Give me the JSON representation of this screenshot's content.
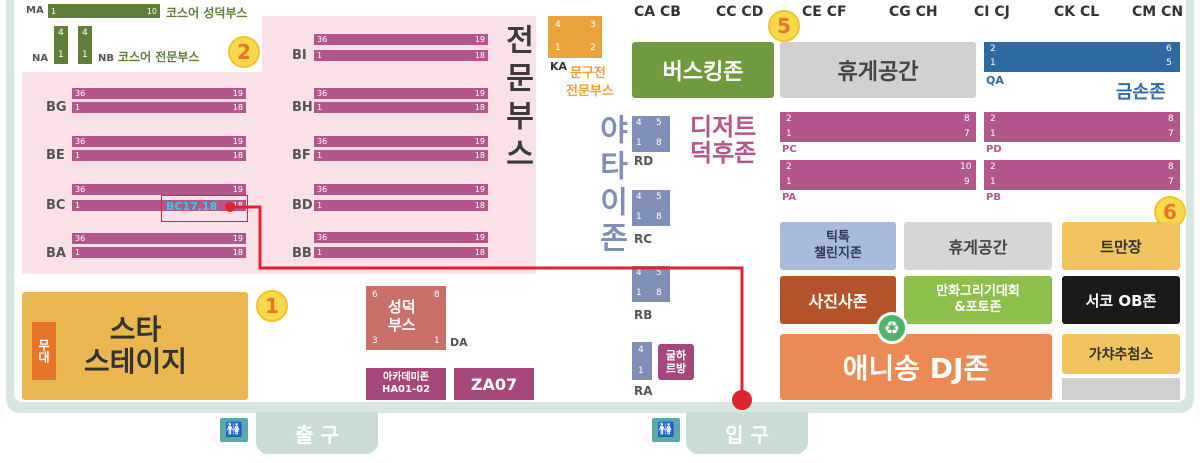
{
  "top_pairs": [
    "CA CB",
    "CC CD",
    "CE CF",
    "CG CH",
    "CI CJ",
    "CK CL",
    "CM CN"
  ],
  "badges": {
    "b1": "1",
    "b2": "2",
    "b5": "5",
    "b6": "6"
  },
  "ma_row": {
    "code": "MA",
    "left": "1",
    "right": "10",
    "label": "코스어 성덕부스"
  },
  "na_row": {
    "na": "NA",
    "nb": "NB",
    "n4": "4",
    "n1": "1",
    "label": "코스어 전문부스"
  },
  "ka": {
    "code": "KA",
    "n4": "4",
    "n3": "3",
    "n1": "1",
    "n2": "2",
    "label1": "문구전",
    "label2": "전문부스"
  },
  "left_rows": [
    {
      "code": "BG",
      "top_left": "36",
      "top_right": "19",
      "bot_left": "1",
      "bot_right": "18"
    },
    {
      "code": "BE",
      "top_left": "36",
      "top_right": "19",
      "bot_left": "1",
      "bot_right": "18"
    },
    {
      "code": "BC",
      "top_left": "36",
      "top_right": "19",
      "bot_left": "1",
      "bot_right": "18"
    },
    {
      "code": "BA",
      "top_left": "36",
      "top_right": "19",
      "bot_left": "1",
      "bot_right": "18"
    }
  ],
  "right_rows": [
    {
      "code": "BI",
      "top_left": "36",
      "top_right": "19",
      "bot_left": "1",
      "bot_right": "18"
    },
    {
      "code": "BH",
      "top_left": "36",
      "top_right": "19",
      "bot_left": "1",
      "bot_right": "18"
    },
    {
      "code": "BF",
      "top_left": "36",
      "top_right": "19",
      "bot_left": "1",
      "bot_right": "18"
    },
    {
      "code": "BD",
      "top_left": "36",
      "top_right": "19",
      "bot_left": "1",
      "bot_right": "18"
    },
    {
      "code": "BB",
      "top_left": "36",
      "top_right": "19",
      "bot_left": "1",
      "bot_right": "18"
    }
  ],
  "highlight": "BC17,18",
  "specialty_booth_label": "전문부스",
  "yatai_label": "야타이존",
  "rd": {
    "code": "RD",
    "a": "4",
    "b": "5",
    "c": "1",
    "d": "8"
  },
  "rc": {
    "code": "RC",
    "a": "4",
    "b": "5",
    "c": "1",
    "d": "8"
  },
  "rb": {
    "code": "RB",
    "a": "4",
    "b": "5",
    "c": "1",
    "d": "8"
  },
  "ra": {
    "code": "RA",
    "a": "4",
    "b": "1"
  },
  "goods_room": "굴하\n르방",
  "busking": "버스킹존",
  "rest1": "휴게공간",
  "rest2": "휴게공간",
  "qa": {
    "code": "QA",
    "a": "2",
    "b": "6",
    "c": "1",
    "d": "5"
  },
  "geumson": "금손존",
  "digital": "디저트\n덕후존",
  "pc": {
    "code": "PC",
    "a": "2",
    "b": "8",
    "c": "1",
    "d": "7"
  },
  "pd": {
    "code": "PD",
    "a": "2",
    "b": "8",
    "c": "1",
    "d": "7"
  },
  "pa": {
    "code": "PA",
    "a": "2",
    "b": "10",
    "c": "1",
    "d": "9"
  },
  "pb": {
    "code": "PB",
    "a": "2",
    "b": "8",
    "c": "1",
    "d": "7"
  },
  "tiktok": "틱톡\n챌린지존",
  "trumpet": "트만장",
  "photo": "사진사존",
  "manga": "만화그리기대회\n&포토존",
  "ob": "서코 OB존",
  "anisong": "애니송 DJ존",
  "gacha": "가챠추첨소",
  "stage_small": "무대",
  "star_stage": "스타\n스테이지",
  "seongdeok": {
    "label": "성덕\n부스",
    "a": "6",
    "b": "8",
    "c": "3",
    "d": "1",
    "code": "DA"
  },
  "academy": "아카데미존\nHA01-02",
  "za07": "ZA07",
  "exit": "출 구",
  "entrance": "입 구",
  "restroom_icon": "🚻"
}
